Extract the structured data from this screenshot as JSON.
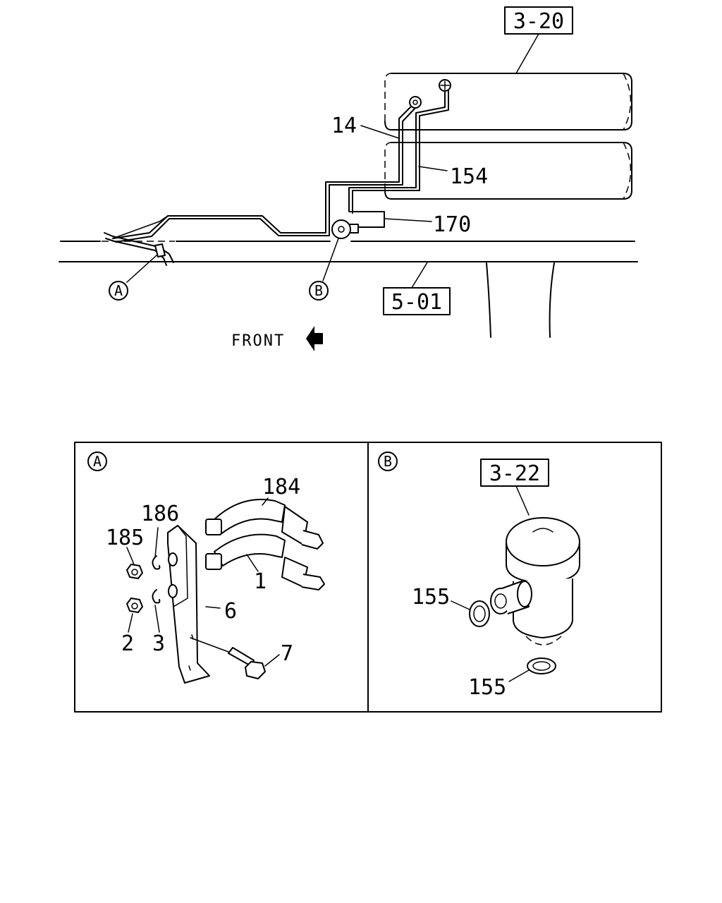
{
  "labels": {
    "ref_3_20": "3-20",
    "ref_5_01": "5-01",
    "ref_3_22": "3-22",
    "p14": "14",
    "p154": "154",
    "p170": "170",
    "callout_a": "A",
    "callout_b": "B",
    "front": "FRONT",
    "p184": "184",
    "p186": "186",
    "p185": "185",
    "p1": "1",
    "p6": "6",
    "p2": "2",
    "p3": "3",
    "p7": "7",
    "p155_top": "155",
    "p155_bottom": "155",
    "detail_a": "A",
    "detail_b": "B"
  }
}
